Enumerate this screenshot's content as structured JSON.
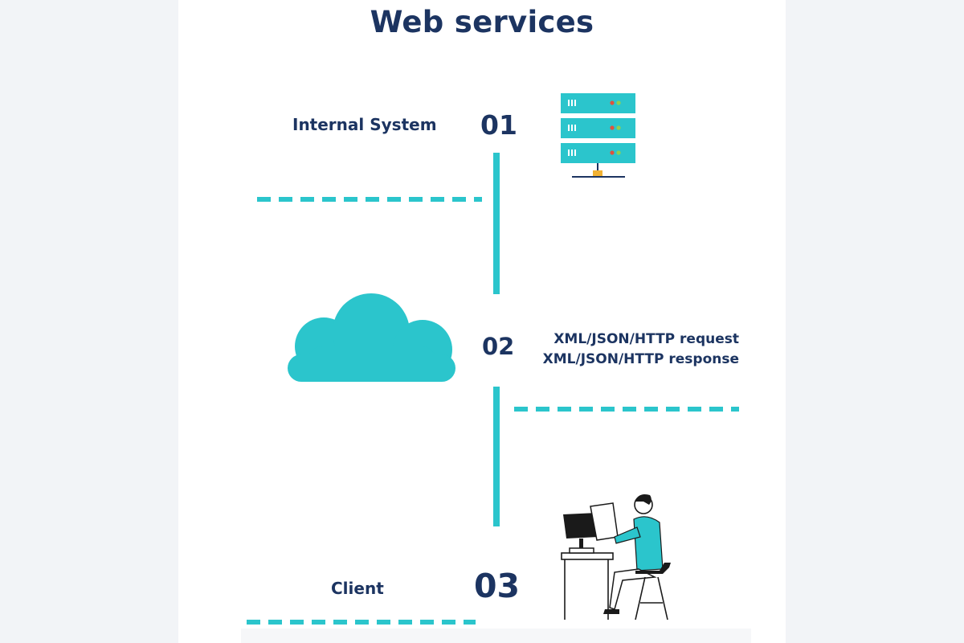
{
  "title": "Web services",
  "steps": [
    {
      "number": "01",
      "label": "Internal System"
    },
    {
      "number": "02",
      "request": "XML/JSON/HTTP request",
      "response": "XML/JSON/HTTP response"
    },
    {
      "number": "03",
      "label": "Client"
    }
  ],
  "colors": {
    "accent": "#2bc5cc",
    "text": "#1c3461",
    "background": "#f2f4f7",
    "panel": "#ffffff"
  },
  "icons": [
    "server-icon",
    "cloud-icon",
    "person-at-computer-icon"
  ]
}
